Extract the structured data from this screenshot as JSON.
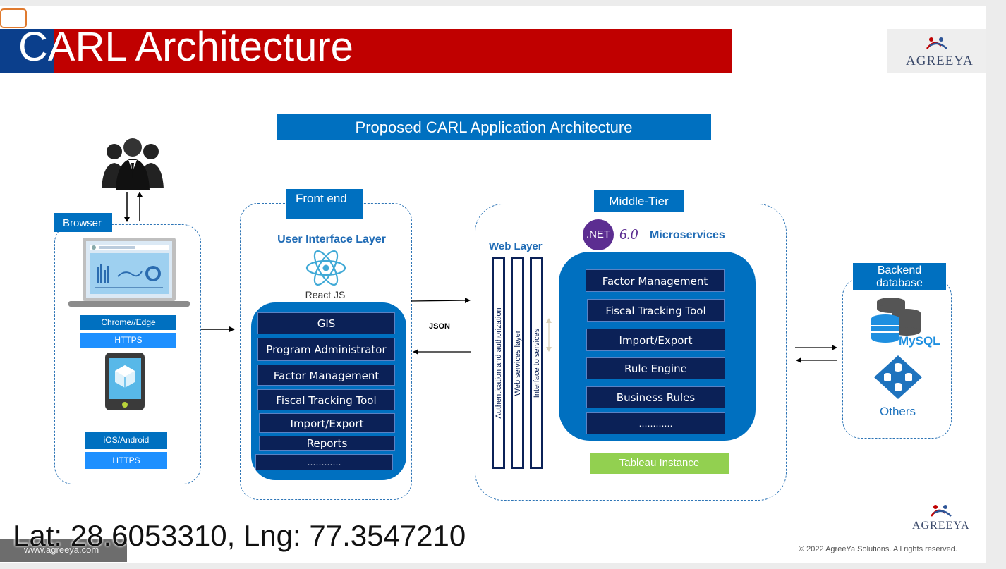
{
  "slide": {
    "title": "CARL Architecture",
    "logo_top": "AGREEYA",
    "logo_bottom": "AGREEYA",
    "banner": "Proposed CARL Application Architecture",
    "copyright": "© 2022 AgreeYa Solutions. All rights reserved.",
    "website": "www.agreeya.com",
    "coordinates": "Lat: 28.6053310, Lng: 77.3547210"
  },
  "browser": {
    "tag": "Browser",
    "chrome_label": "Chrome//Edge",
    "https1": "HTTPS",
    "mobile_label": "iOS/Android",
    "https2": "HTTPS"
  },
  "frontend": {
    "tag": "Front end",
    "layer_title": "User Interface Layer",
    "react_label": "React JS",
    "items": [
      "GIS",
      "Program Administrator",
      "Factor Management",
      "Fiscal Tracking Tool",
      "Import/Export",
      "Reports",
      "…………"
    ]
  },
  "json_label": "JSON",
  "middle": {
    "tag": "Middle-Tier",
    "net_badge": ".NET",
    "net_version": "6.0",
    "microservices": "Microservices",
    "web_layer": "Web Layer",
    "vertical_labels": [
      "Authentication and authorization",
      "Web services layer",
      "Interface to services"
    ],
    "items": [
      "Factor Management",
      "Fiscal Tracking Tool",
      "Import/Export",
      "Rule Engine",
      "Business Rules",
      "…………"
    ],
    "tableau": "Tableau Instance"
  },
  "backend": {
    "tag_line1": "Backend",
    "tag_line2": "database",
    "mysql": "MySQL",
    "others": "Others"
  },
  "colors": {
    "title_red": "#c00000",
    "accent_blue": "#0070c0",
    "navy": "#0b2157",
    "tableau_green": "#92d050"
  }
}
